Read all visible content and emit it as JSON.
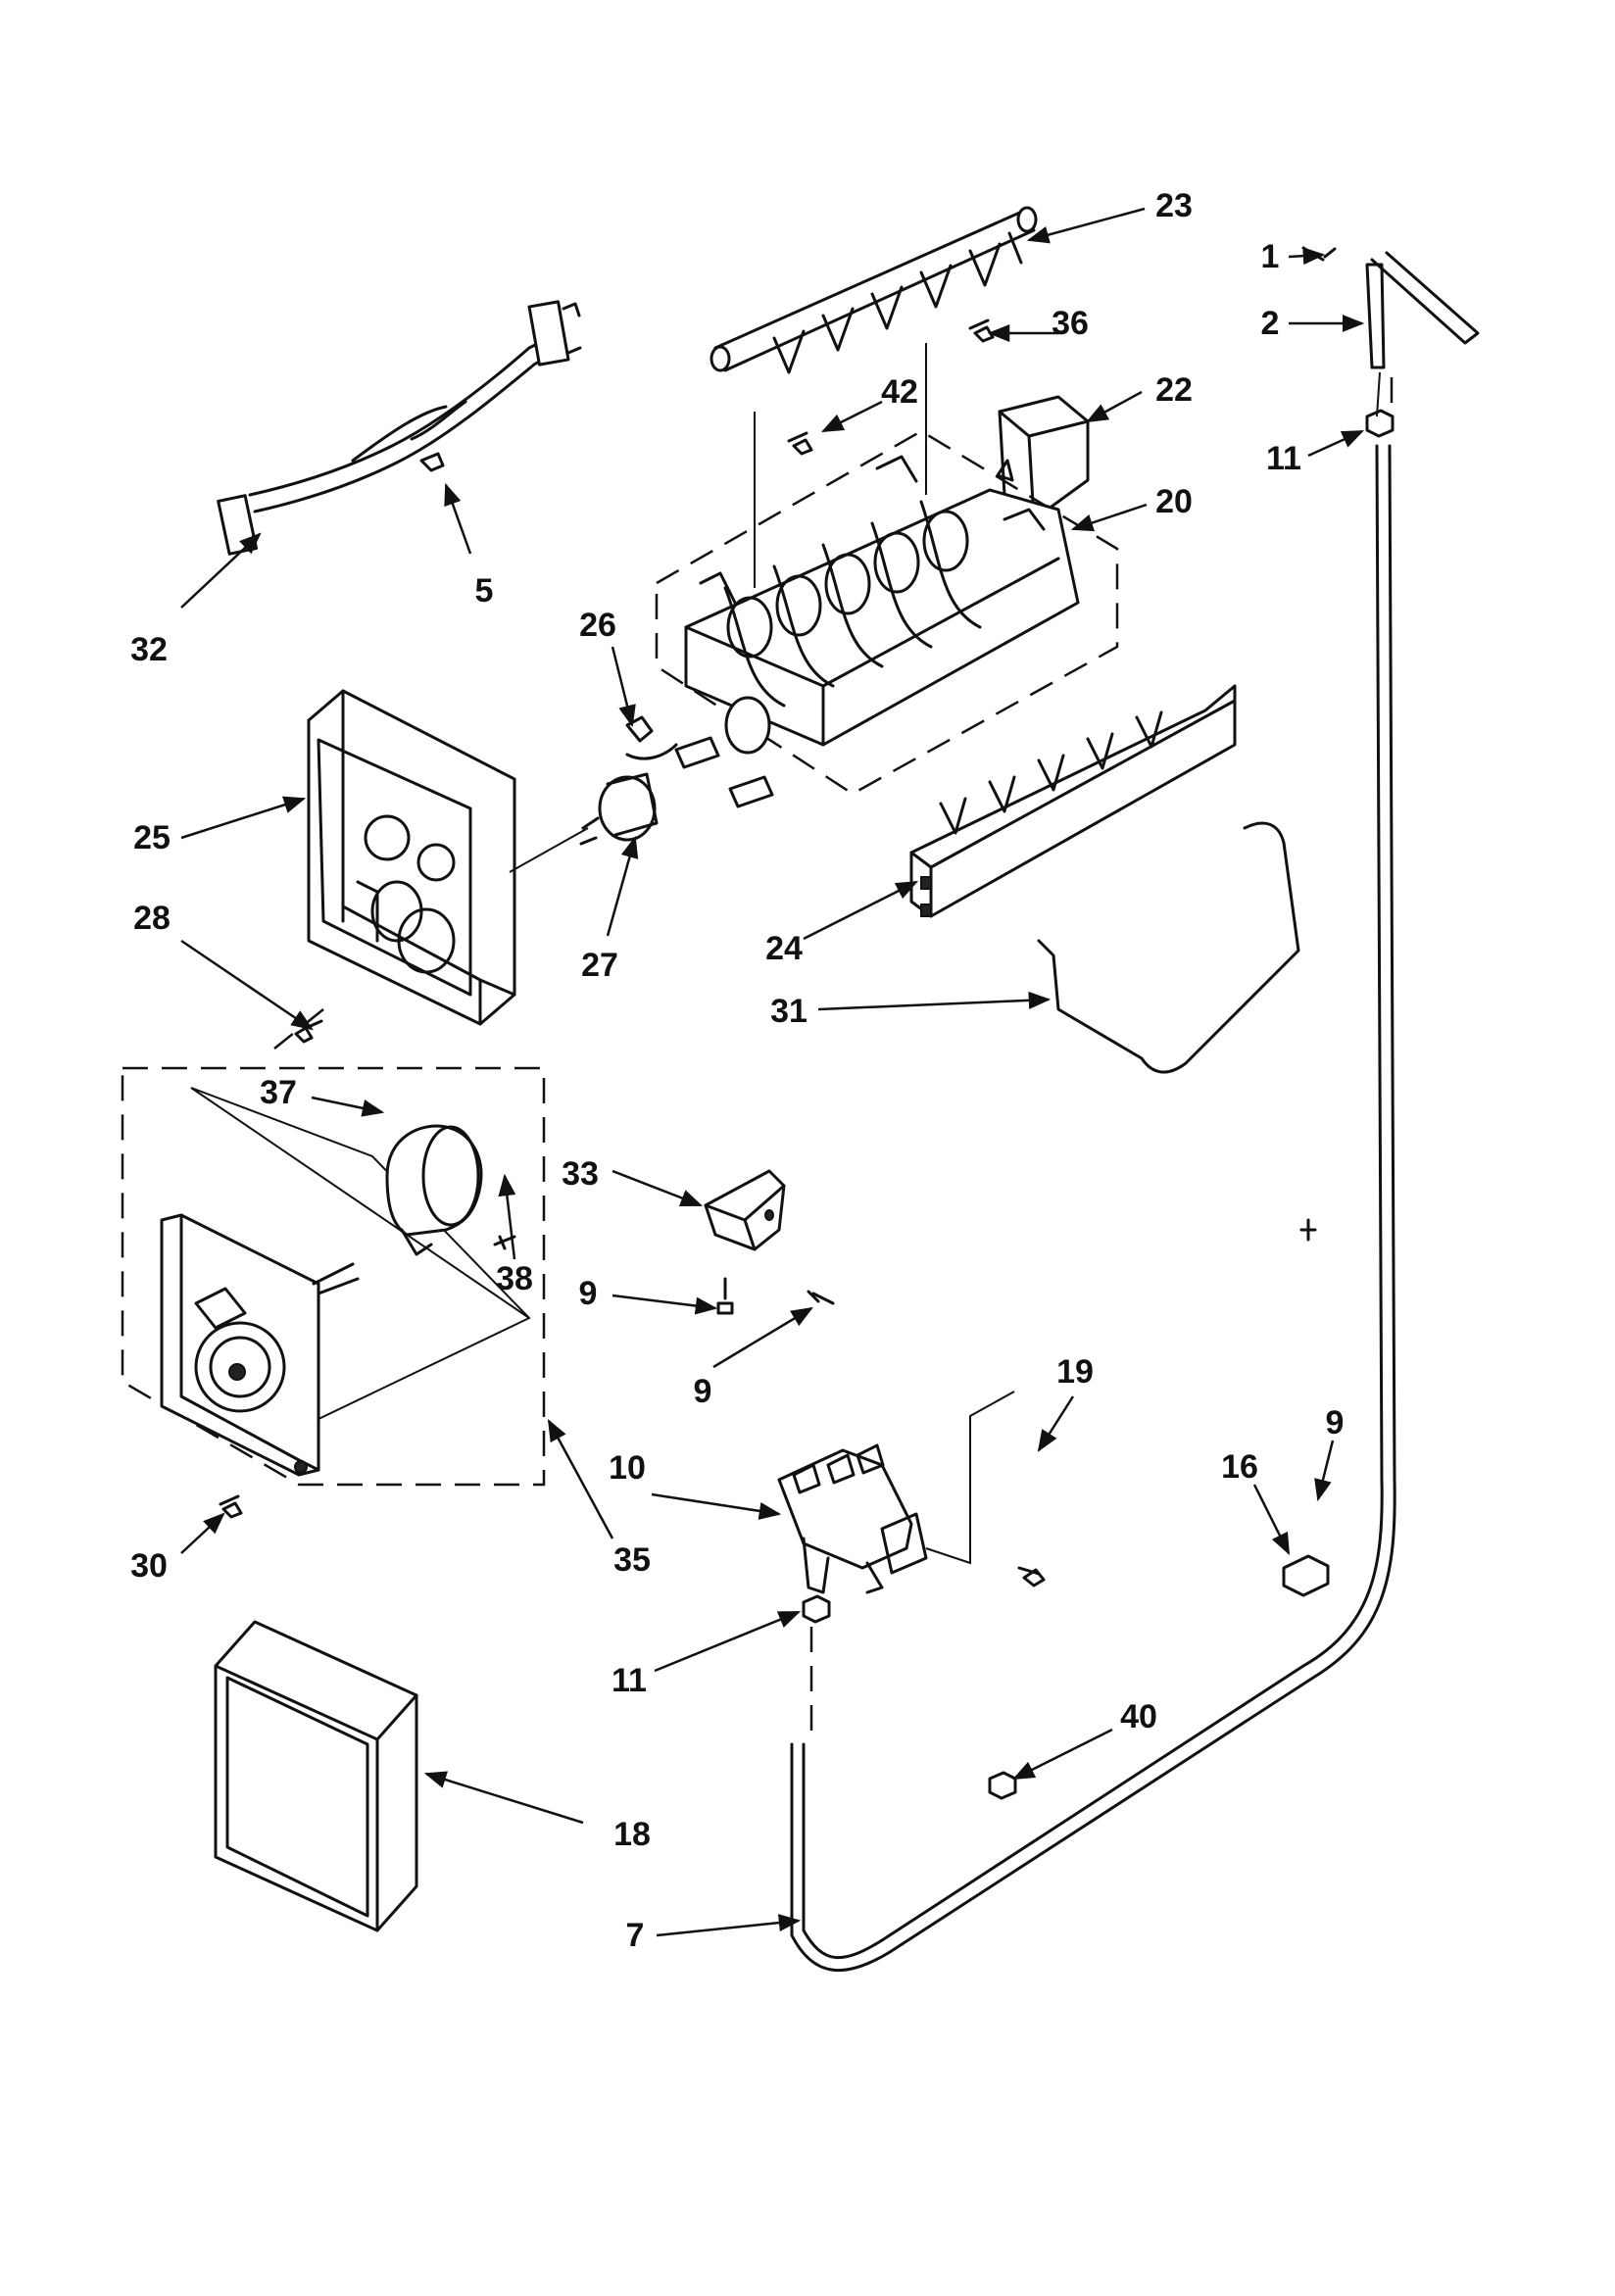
{
  "diagram": {
    "type": "exploded-parts-diagram",
    "callouts": [
      {
        "id": "c1",
        "text": "1"
      },
      {
        "id": "c2",
        "text": "2"
      },
      {
        "id": "c5",
        "text": "5"
      },
      {
        "id": "c7",
        "text": "7"
      },
      {
        "id": "c9a",
        "text": "9"
      },
      {
        "id": "c9b",
        "text": "9"
      },
      {
        "id": "c9c",
        "text": "9"
      },
      {
        "id": "c10",
        "text": "10"
      },
      {
        "id": "c11a",
        "text": "11"
      },
      {
        "id": "c11b",
        "text": "11"
      },
      {
        "id": "c16",
        "text": "16"
      },
      {
        "id": "c18",
        "text": "18"
      },
      {
        "id": "c19",
        "text": "19"
      },
      {
        "id": "c20",
        "text": "20"
      },
      {
        "id": "c22",
        "text": "22"
      },
      {
        "id": "c23",
        "text": "23"
      },
      {
        "id": "c24",
        "text": "24"
      },
      {
        "id": "c25",
        "text": "25"
      },
      {
        "id": "c26",
        "text": "26"
      },
      {
        "id": "c27",
        "text": "27"
      },
      {
        "id": "c28",
        "text": "28"
      },
      {
        "id": "c30",
        "text": "30"
      },
      {
        "id": "c31",
        "text": "31"
      },
      {
        "id": "c32",
        "text": "32"
      },
      {
        "id": "c33",
        "text": "33"
      },
      {
        "id": "c35",
        "text": "35"
      },
      {
        "id": "c36",
        "text": "36"
      },
      {
        "id": "c37",
        "text": "37"
      },
      {
        "id": "c38",
        "text": "38"
      },
      {
        "id": "c40",
        "text": "40"
      },
      {
        "id": "c42",
        "text": "42"
      }
    ]
  },
  "colors": {
    "ink": "#111111",
    "background": "#ffffff"
  }
}
